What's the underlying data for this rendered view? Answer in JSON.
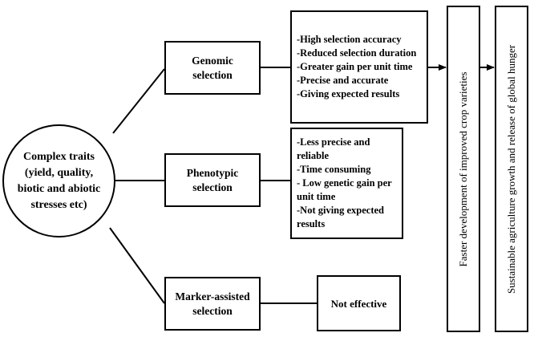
{
  "central": {
    "label": "Complex traits (yield, quality, biotic and abiotic stresses etc)"
  },
  "methods": {
    "genomic": "Genomic selection",
    "phenotypic": "Phenotypic selection",
    "marker_assisted": "Marker-assisted selection"
  },
  "features": {
    "genomic": [
      "-High selection accuracy",
      "-Reduced selection duration",
      "-Greater gain per unit time",
      "-Precise and accurate",
      "-Giving expected results"
    ],
    "phenotypic": [
      "-Less precise and reliable",
      "-Time consuming",
      "- Low genetic gain per unit time",
      "-Not giving expected results"
    ],
    "marker_assisted": "Not effective"
  },
  "outcomes": {
    "faster": "Faster development of improved crop varieties",
    "sustainable": "Sustainable agriculture growth and release of global hunger"
  }
}
